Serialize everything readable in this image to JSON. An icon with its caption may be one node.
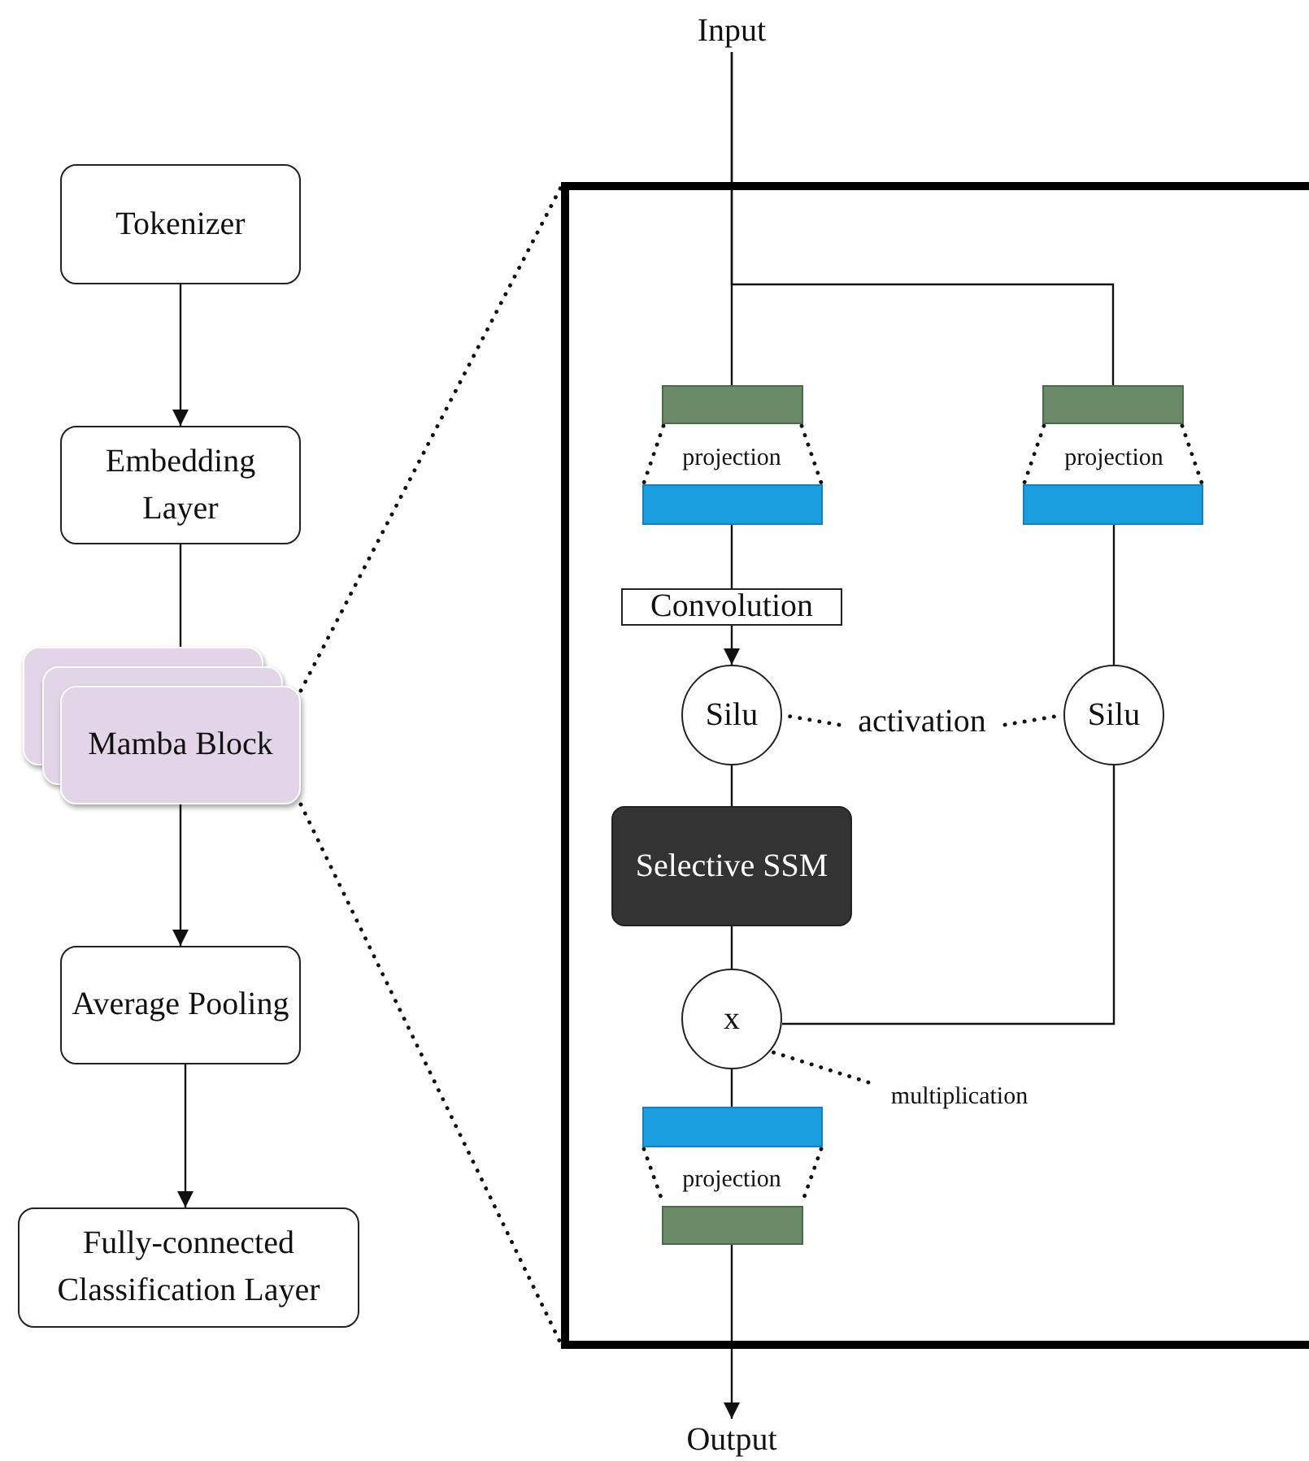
{
  "diagram": {
    "nodes": [
      {
        "text": [
          "Tokenizer"
        ]
      },
      {
        "text": [
          "Embedding Layer"
        ]
      },
      {
        "text": [
          "Mamba Block"
        ]
      },
      {
        "text": [
          "Average Pooling"
        ]
      },
      {
        "text": [
          "Fully-connected Classification Layer"
        ]
      },
      {
        "text": [],
        "shape": "box"
      },
      {
        "text": [
          "Input"
        ]
      },
      {
        "text": [],
        "shape": "box",
        "in": 5
      },
      {
        "text": [],
        "shape": "box",
        "in": 5
      },
      {
        "text": [],
        "shape": "box",
        "in": 5
      },
      {
        "text": [],
        "shape": "box",
        "in": 5
      },
      {
        "text": [
          "Convolution"
        ],
        "in": 5
      },
      {
        "text": [
          "Silu"
        ],
        "in": 5
      },
      {
        "text": [
          "Silu"
        ],
        "in": 5
      },
      {
        "text": [
          "Selective SSM"
        ],
        "in": 5
      },
      {
        "text": [
          "x"
        ],
        "in": 5
      },
      {
        "text": [],
        "shape": "box",
        "in": 5
      },
      {
        "text": [],
        "shape": "box",
        "in": 5
      },
      {
        "text": [
          "Output"
        ]
      },
      {
        "text": [
          "activation"
        ],
        "in": 5
      },
      {
        "text": [
          "multiplication"
        ],
        "in": 5
      }
    ],
    "edges": [
      {
        "from": 0,
        "to": 1,
        "arrow": "to"
      },
      {
        "from": 1,
        "to": 2,
        "arrow": "to"
      },
      {
        "from": 2,
        "to": 3,
        "arrow": "to"
      },
      {
        "from": 3,
        "to": 4,
        "arrow": "to"
      },
      {
        "from": 2,
        "to": 5,
        "arrow": "none",
        "style": "dashed"
      },
      {
        "from": 2,
        "to": 5,
        "arrow": "none",
        "style": "dashed"
      },
      {
        "from": 6,
        "to": 7,
        "arrow": "none"
      },
      {
        "from": 6,
        "to": 9,
        "arrow": "none"
      },
      {
        "from": 7,
        "to": 8,
        "arrow": "none",
        "style": "dashed"
      },
      {
        "from": 7,
        "to": 8,
        "arrow": "none",
        "style": "dashed"
      },
      {
        "from": 9,
        "to": 10,
        "arrow": "none",
        "style": "dashed"
      },
      {
        "from": 9,
        "to": 10,
        "arrow": "none",
        "style": "dashed"
      },
      {
        "from": 16,
        "to": 17,
        "arrow": "none",
        "style": "dashed"
      },
      {
        "from": 16,
        "to": 17,
        "arrow": "none",
        "style": "dashed"
      },
      {
        "from": 8,
        "to": 11,
        "arrow": "none"
      },
      {
        "from": 11,
        "to": 12,
        "arrow": "to"
      },
      {
        "from": 12,
        "to": 14,
        "arrow": "none"
      },
      {
        "from": 14,
        "to": 15,
        "arrow": "none"
      },
      {
        "from": 10,
        "to": 13,
        "arrow": "none"
      },
      {
        "from": 13,
        "to": 15,
        "arrow": "none"
      },
      {
        "from": 15,
        "to": 16,
        "arrow": "none"
      },
      {
        "from": 17,
        "to": 18,
        "arrow": "to"
      },
      {
        "from": 19,
        "to": 12,
        "arrow": "none",
        "style": "dashed"
      },
      {
        "from": 19,
        "to": 13,
        "arrow": "none",
        "style": "dashed"
      },
      {
        "from": 20,
        "to": 15,
        "arrow": "none",
        "style": "dashed"
      }
    ],
    "labels": [
      "projection",
      "projection",
      "projection"
    ]
  }
}
